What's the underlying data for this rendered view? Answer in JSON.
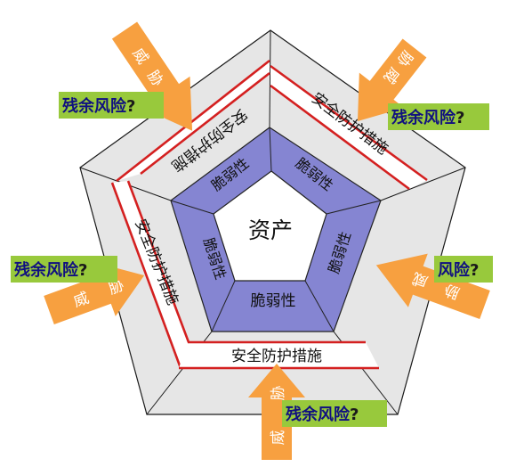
{
  "center_label": "资产",
  "vulnerability_label": "脆弱性",
  "protection_label": "安全防护措施",
  "threat": {
    "part1": "威",
    "part2": "胁"
  },
  "residual_risk_label": "残余风险",
  "risk_label": "风险",
  "question_mark": "?",
  "colors": {
    "outer_fill": "#e6e6e6",
    "outer_stroke": "#1a1a1a",
    "protection_stroke": "#d42020",
    "vulnerability_fill": "#8585d2",
    "arrow_fill": "#f7a040",
    "label_bg": "#98c93c",
    "label_text": "#101080",
    "question_text": "#1a1a1a"
  }
}
